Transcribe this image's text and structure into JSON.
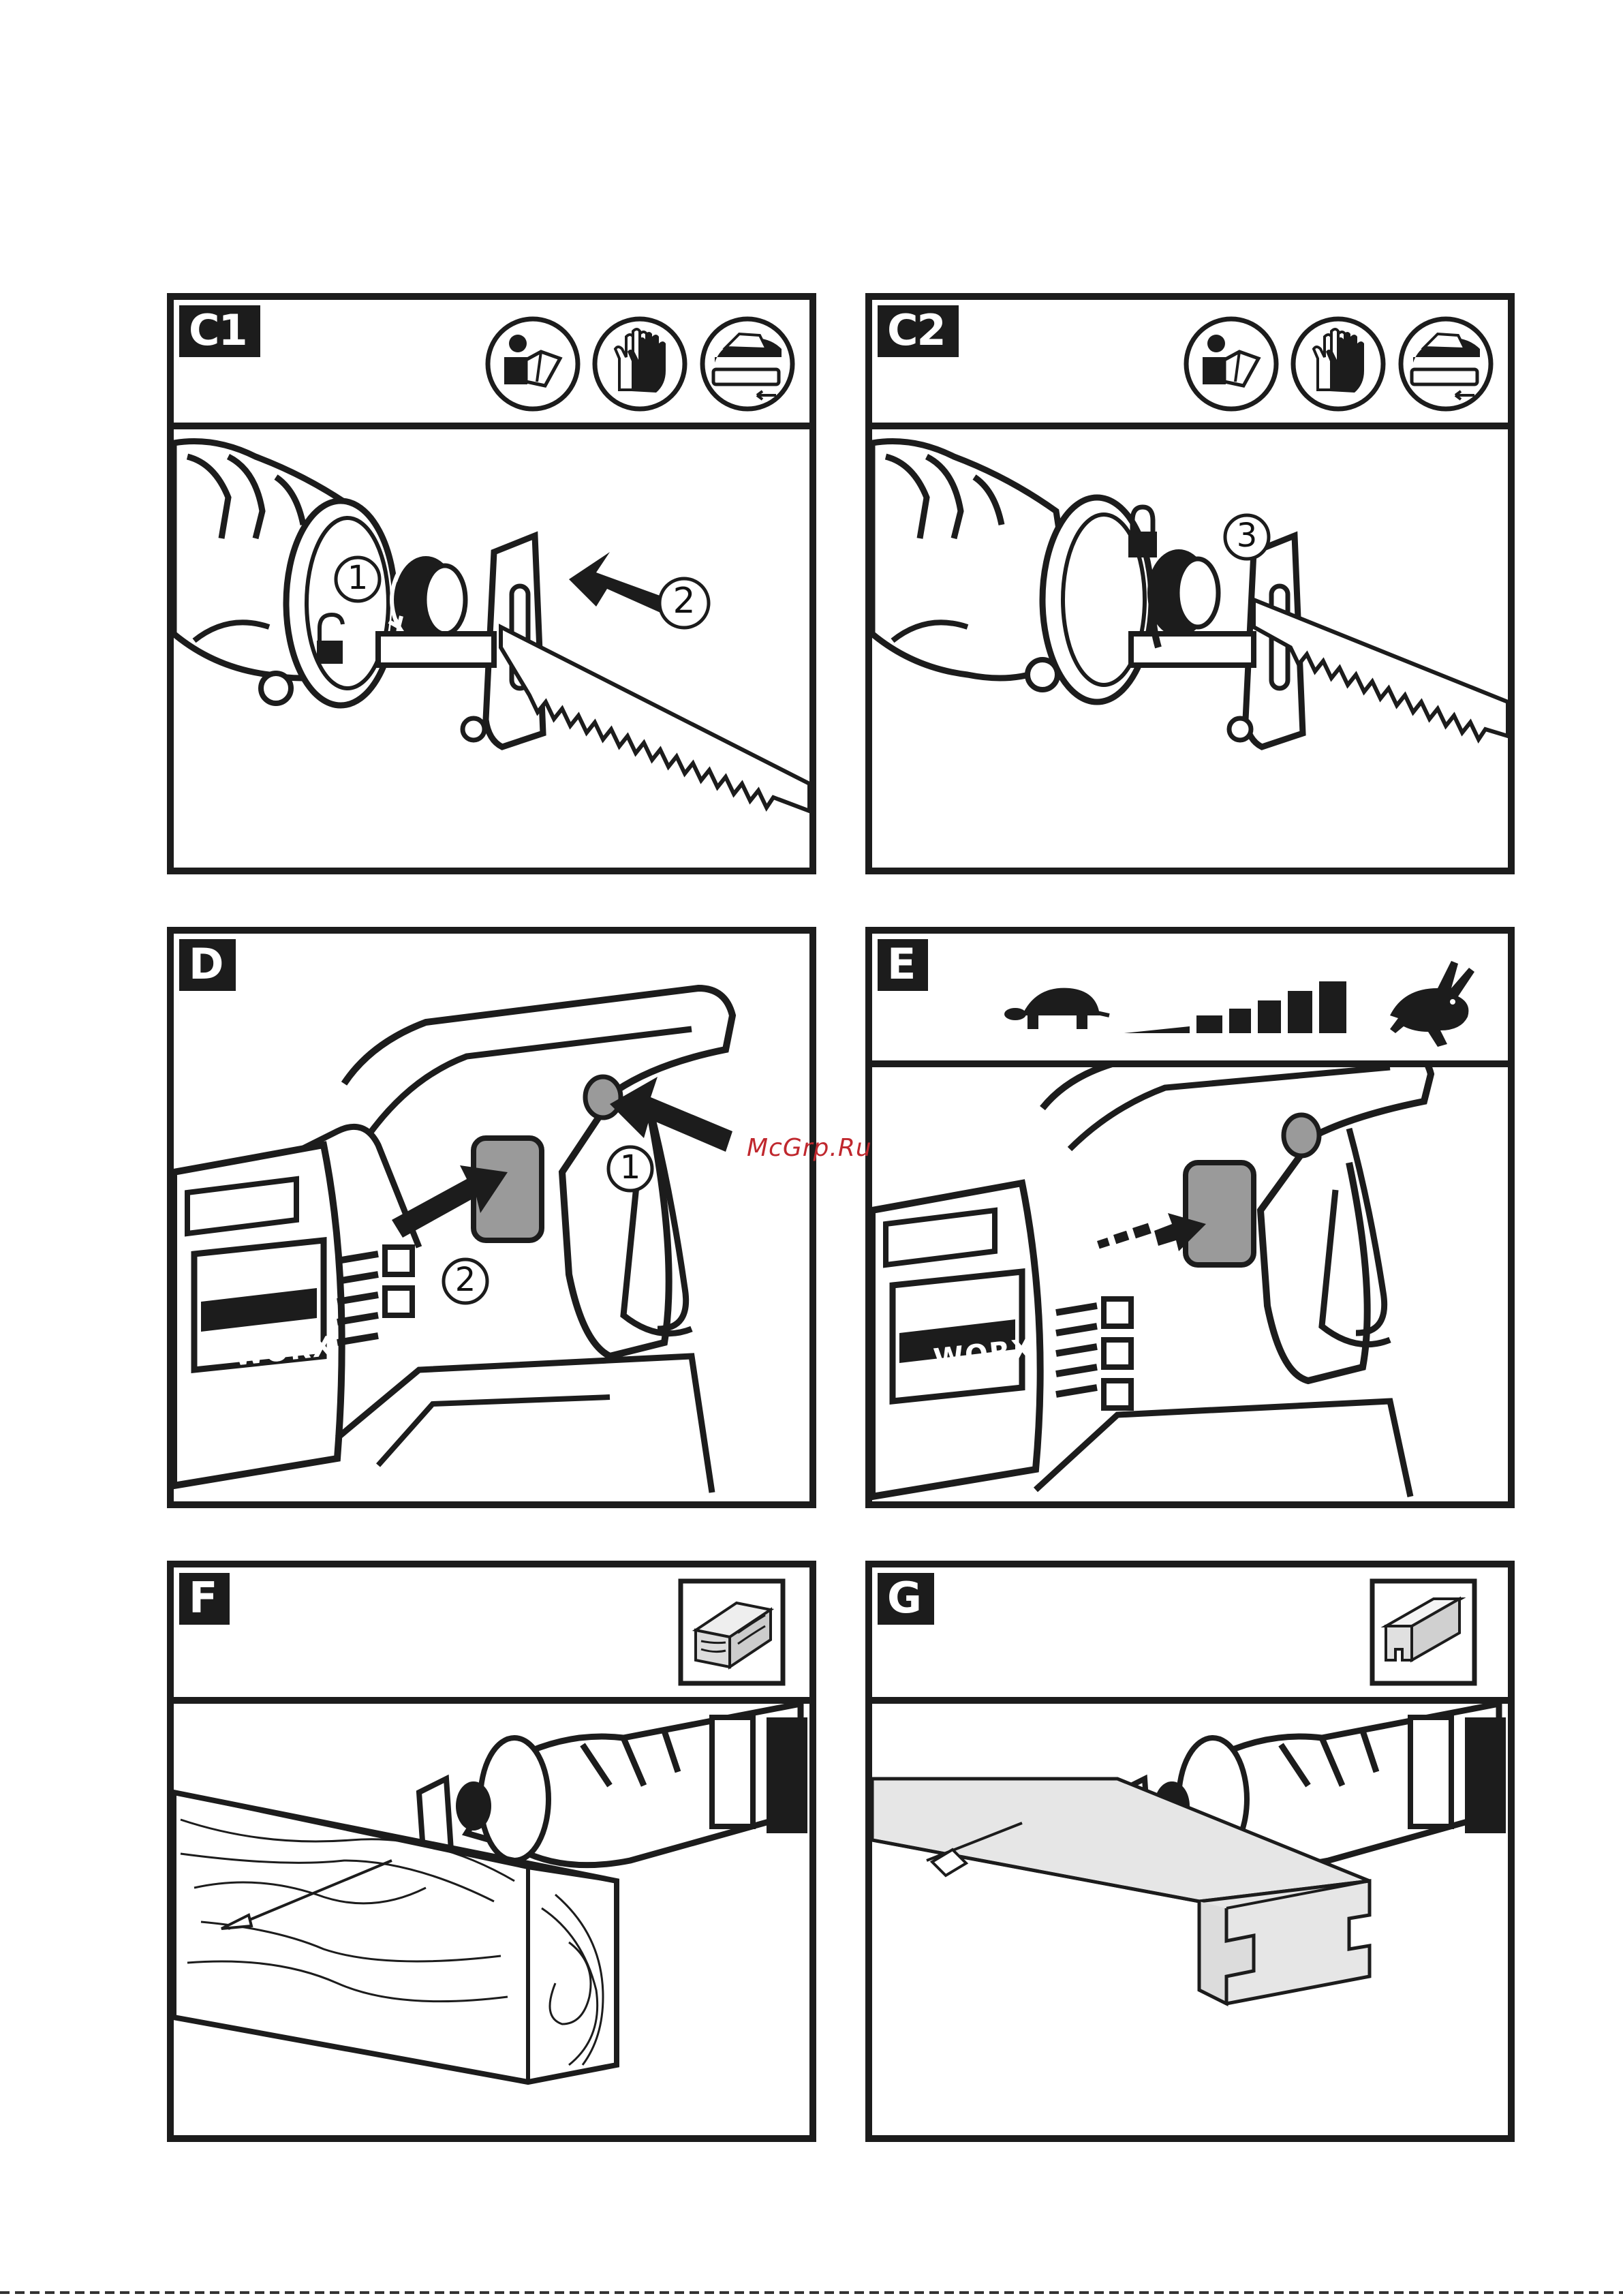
{
  "panels": [
    {
      "label": "C1"
    },
    {
      "label": "C2"
    },
    {
      "label": "D"
    },
    {
      "label": "E"
    },
    {
      "label": "F"
    },
    {
      "label": "G"
    }
  ],
  "callouts": {
    "c1_step1": "1",
    "c1_step2": "2",
    "c2_step3": "3",
    "d_step1": "1",
    "d_step2": "2"
  },
  "icons": {
    "read_manual": "read-manual-icon",
    "gloves": "wear-gloves-icon",
    "battery_remove": "remove-battery-icon",
    "turtle": "slow-speed-turtle-icon",
    "rabbit": "fast-speed-rabbit-icon",
    "wood": "wood-material-icon",
    "plastic_profile": "plastic-profile-material-icon"
  },
  "brand": {
    "logo_text": "WORX"
  },
  "watermark": "McGrp.Ru",
  "colors": {
    "ink": "#1c1c1c",
    "watermark": "#c0282e",
    "material_fill": "#e6e6e6"
  }
}
